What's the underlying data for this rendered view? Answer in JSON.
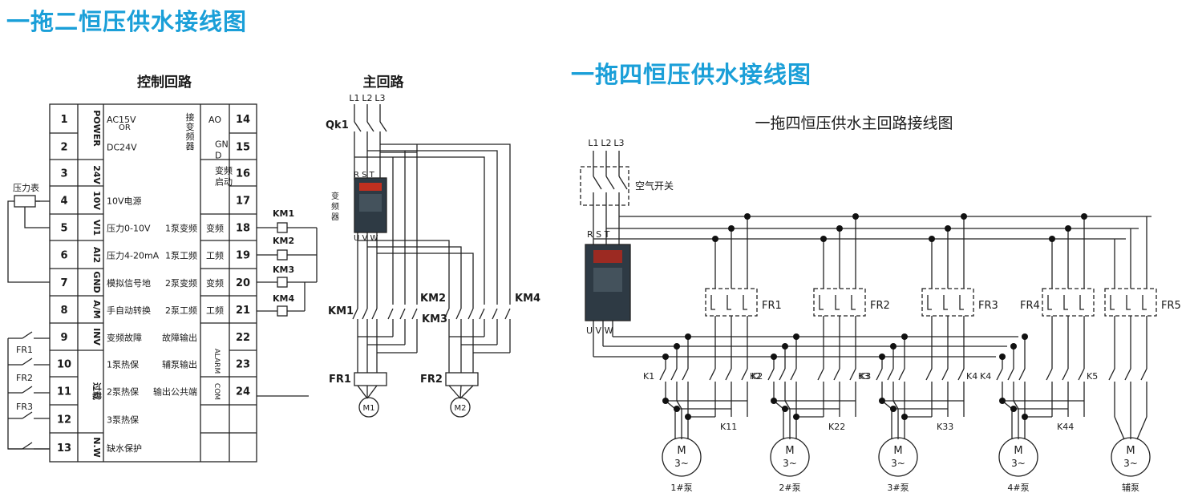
{
  "titles": {
    "main": "一拖二恒压供水接线图",
    "right": "一拖四恒压供水接线图",
    "right_sub": "一拖四恒压供水主回路接线图"
  },
  "control": {
    "heading": "控制回路",
    "pressure_gauge": "压力表",
    "rows": [
      {
        "num": "1",
        "pin": "POWER",
        "left": "AC15V"
      },
      {
        "num": "2",
        "pin": "",
        "left": "DC24V"
      },
      {
        "num": "3",
        "pin": "24V",
        "left": ""
      },
      {
        "num": "4",
        "pin": "10V",
        "left": "10V电源"
      },
      {
        "num": "5",
        "pin": "VI1",
        "left": "压力0-10V"
      },
      {
        "num": "6",
        "pin": "AI2",
        "left": "压力4-20mA"
      },
      {
        "num": "7",
        "pin": "GND",
        "left": "模拟信号地"
      },
      {
        "num": "8",
        "pin": "A/M",
        "left": "手自动转换"
      },
      {
        "num": "9",
        "pin": "INV",
        "left": "变频故障"
      },
      {
        "num": "10",
        "pin": "过载",
        "left": "1泵热保"
      },
      {
        "num": "11",
        "pin": "",
        "left": "2泵热保"
      },
      {
        "num": "12",
        "pin": "",
        "left": "3泵热保"
      },
      {
        "num": "13",
        "pin": "N.W",
        "left": "缺水保护"
      }
    ],
    "or_text": "OR",
    "right_rows": [
      {
        "num": "14",
        "label": "AO",
        "mid": "接变频器"
      },
      {
        "num": "15",
        "label": "GND",
        "mid": ""
      },
      {
        "num": "16",
        "label": "变频启动",
        "mid": ""
      },
      {
        "num": "17",
        "label": "",
        "mid": ""
      },
      {
        "num": "18",
        "label": "变频",
        "mid": "1泵变频"
      },
      {
        "num": "19",
        "label": "工频",
        "mid": "1泵工频"
      },
      {
        "num": "20",
        "label": "变频",
        "mid": "2泵变频"
      },
      {
        "num": "21",
        "label": "工频",
        "mid": "2泵工频"
      },
      {
        "num": "22",
        "label": "",
        "mid": "故障输出"
      },
      {
        "num": "23",
        "label": "ALARM",
        "mid": "辅泵输出"
      },
      {
        "num": "24",
        "label": "COM",
        "mid": "输出公共端"
      }
    ],
    "fr_labels": [
      "FR1",
      "FR2",
      "FR3"
    ],
    "km_labels": [
      "KM1",
      "KM2",
      "KM3",
      "KM4"
    ]
  },
  "main_circuit": {
    "heading": "主回路",
    "phases": [
      "L1",
      "L2",
      "L3"
    ],
    "qk": "Qk1",
    "inverter": "变频器",
    "rst": "R S T",
    "uvw": "U V W",
    "km": [
      "KM1",
      "KM2",
      "KM3",
      "KM4"
    ],
    "fr": [
      "FR1",
      "FR2"
    ],
    "motors": [
      "M1",
      "M2"
    ]
  },
  "four_pump": {
    "phases": [
      "L1",
      "L2",
      "L3"
    ],
    "air_switch": "空气开关",
    "rst": "R S T",
    "uvw": "U V W",
    "fr": [
      "FR1",
      "FR2",
      "FR3",
      "FR4",
      "FR5"
    ],
    "k_top": [
      "K1",
      "K2",
      "K3",
      "K4",
      "K5"
    ],
    "k_bottom": [
      "K11",
      "K22",
      "K33",
      "K44"
    ],
    "motor_text": "M",
    "motor_sub": "3~",
    "pumps": [
      "1#泵",
      "2#泵",
      "3#泵",
      "4#泵",
      "辅泵"
    ]
  }
}
